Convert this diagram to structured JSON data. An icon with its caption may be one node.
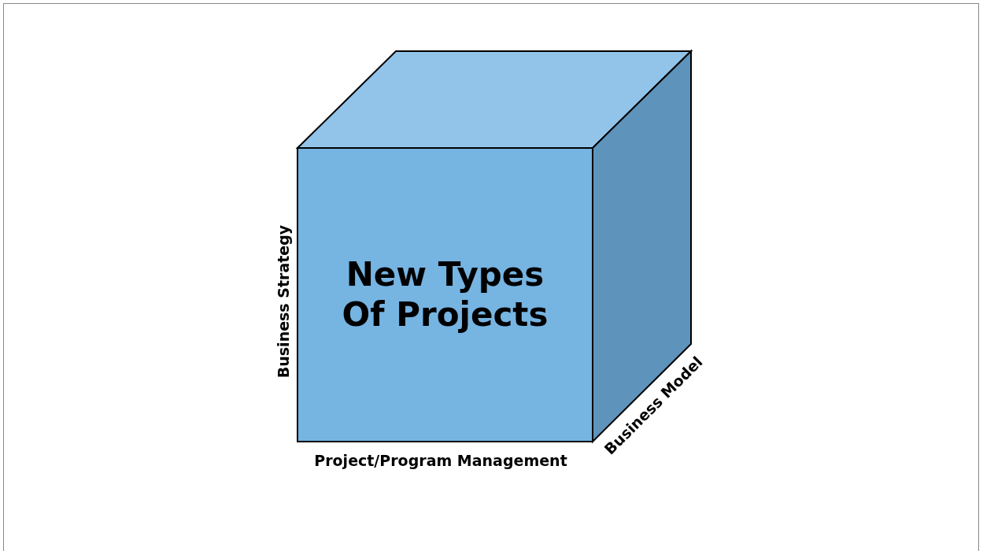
{
  "diagram": {
    "nodes": [
      {
        "text": [
          "New Types Of Projects"
        ]
      }
    ],
    "labels": [
      "Business Strategy",
      "Project/Program Management",
      "Business Model"
    ]
  }
}
